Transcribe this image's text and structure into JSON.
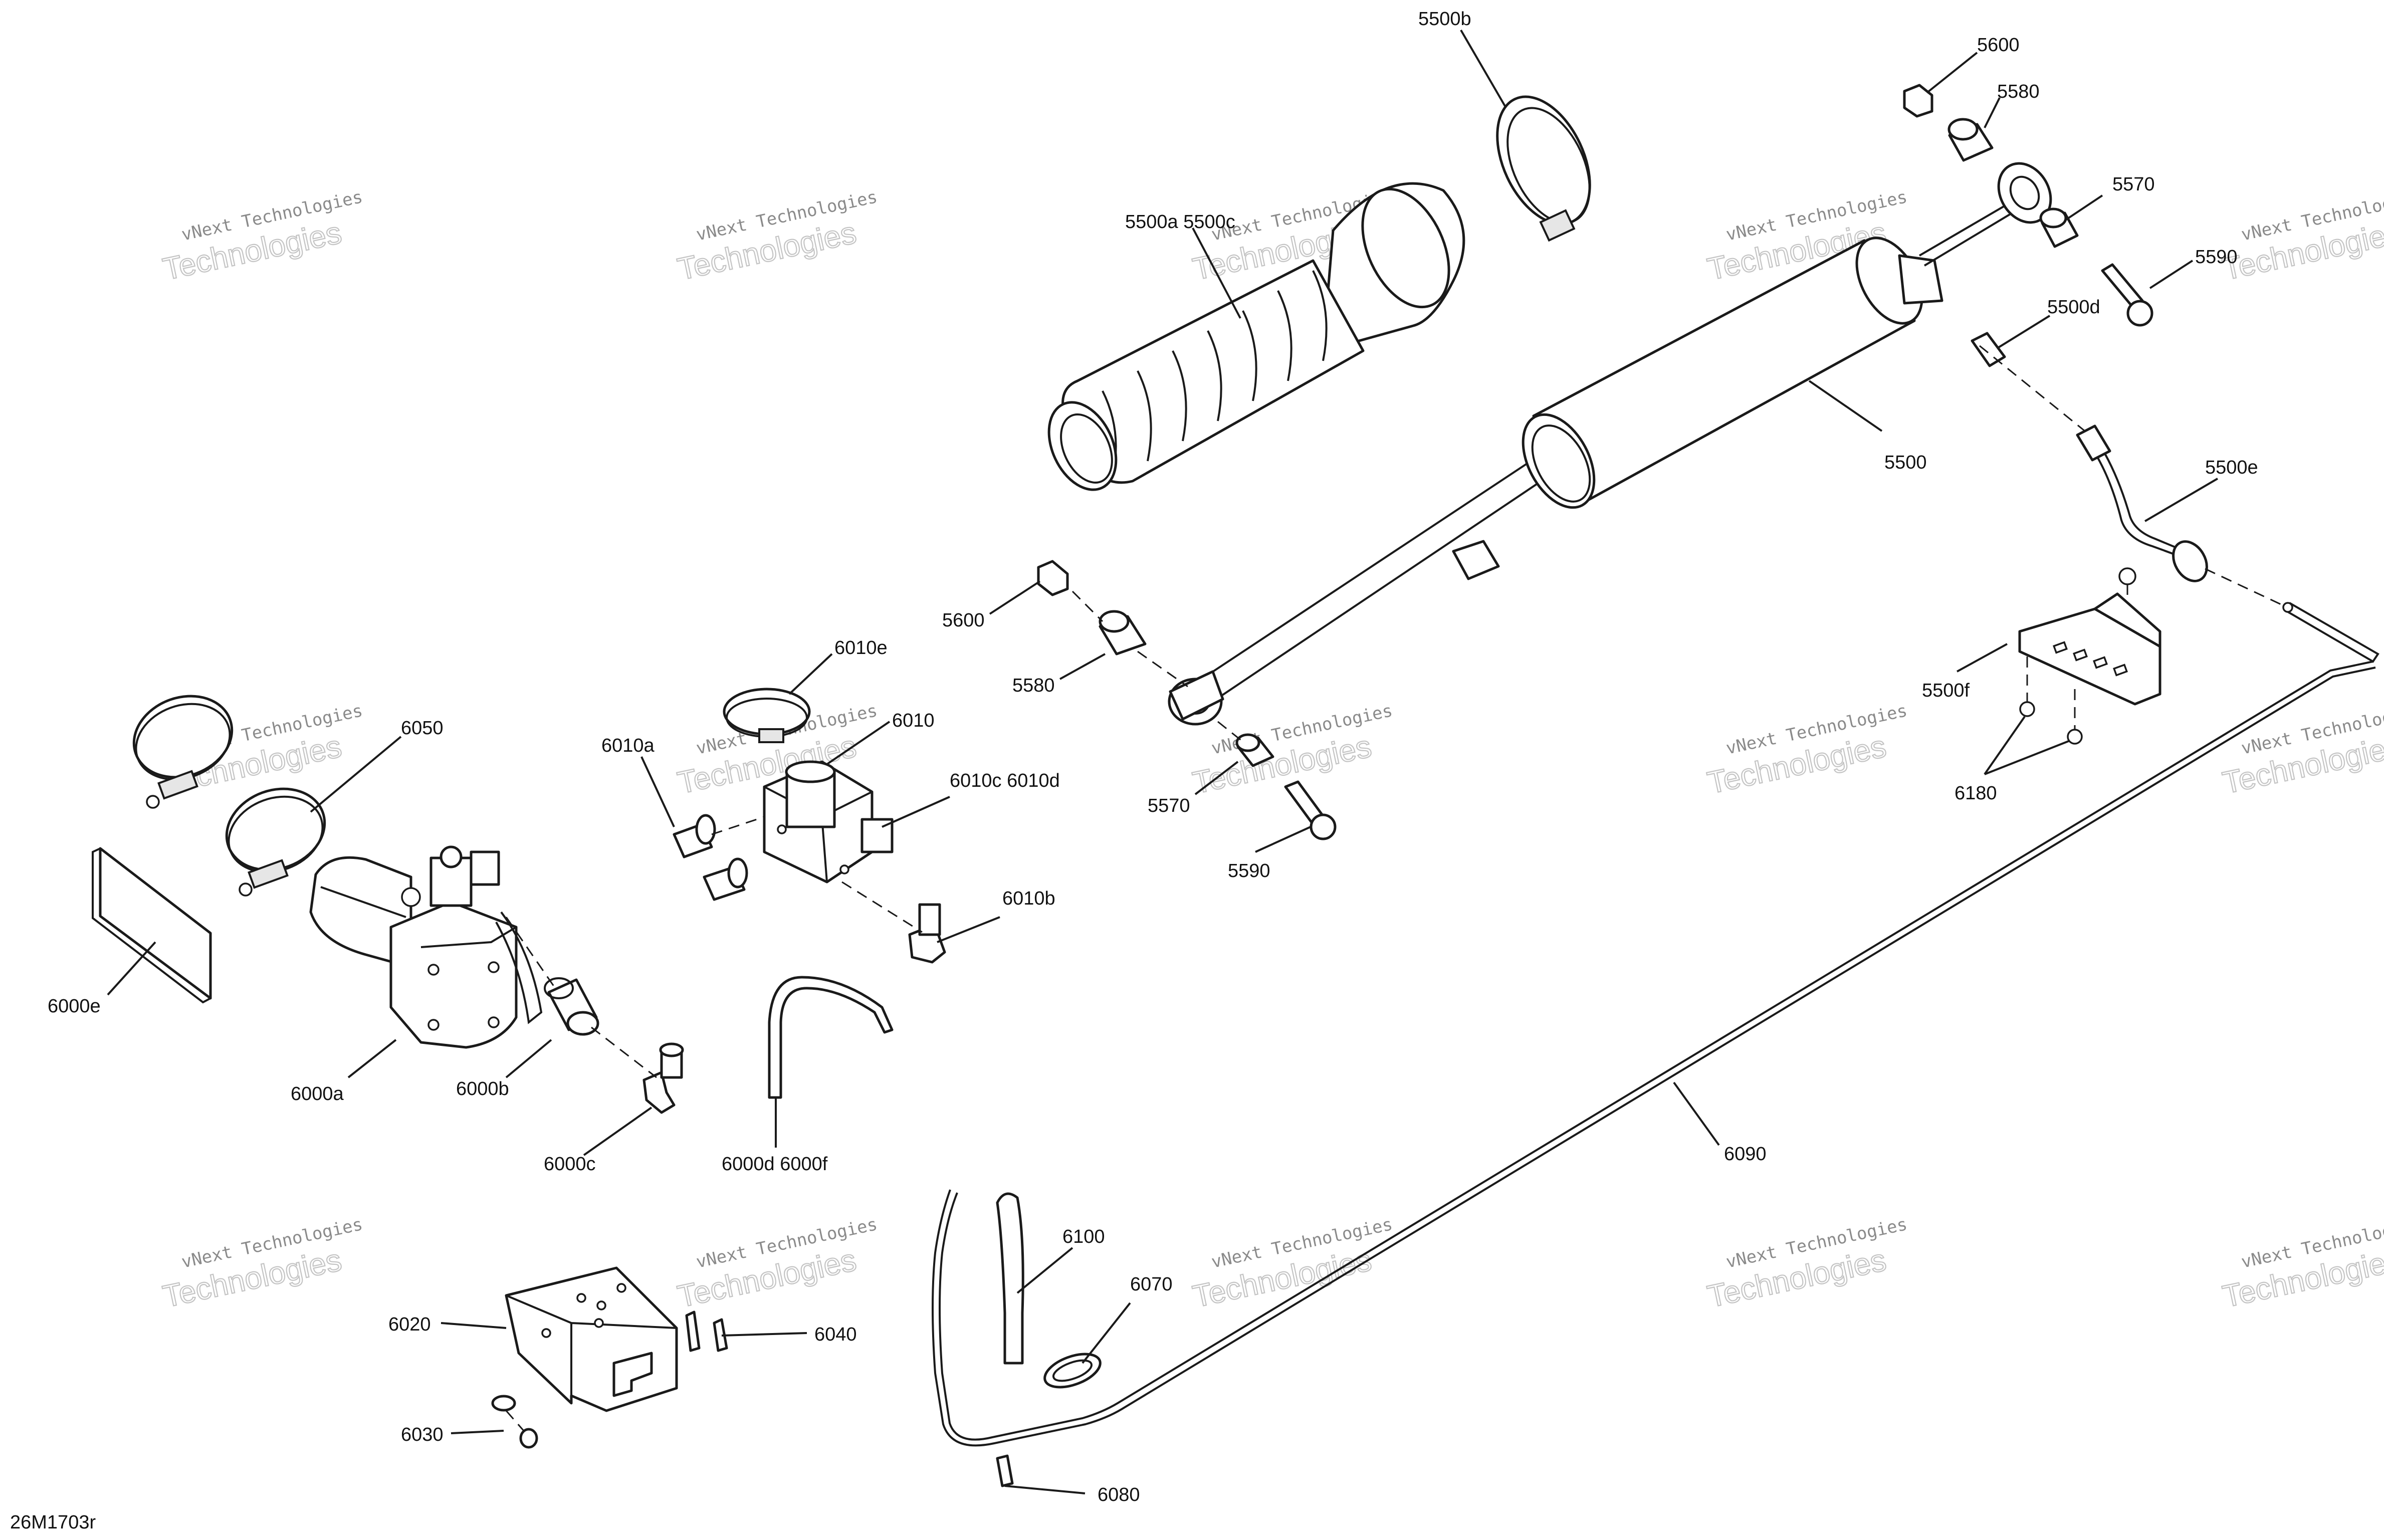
{
  "diagram_code": "26M1703r",
  "watermark": {
    "line1": "vNext Technologies",
    "line2": "Technologies"
  },
  "callouts": {
    "c5500b": "5500b",
    "c5600t": "5600",
    "c5580t": "5580",
    "c5570t": "5570",
    "c5590t": "5590",
    "c5500a": "5500a 5500c",
    "c5500d": "5500d",
    "c5500": "5500",
    "c5500e": "5500e",
    "c5600m": "5600",
    "c5580m": "5580",
    "c5570m": "5570",
    "c5590m": "5590",
    "c5500f": "5500f",
    "c6180": "6180",
    "c6010e": "6010e",
    "c6010": "6010",
    "c6010a": "6010a",
    "c6010cd": "6010c 6010d",
    "c6010b": "6010b",
    "c6050": "6050",
    "c6000e": "6000e",
    "c6000a": "6000a",
    "c6000b": "6000b",
    "c6000c": "6000c",
    "c6000df": "6000d 6000f",
    "c6090": "6090",
    "c6100": "6100",
    "c6070": "6070",
    "c6080": "6080",
    "c6020": "6020",
    "c6040": "6040",
    "c6030": "6030"
  }
}
